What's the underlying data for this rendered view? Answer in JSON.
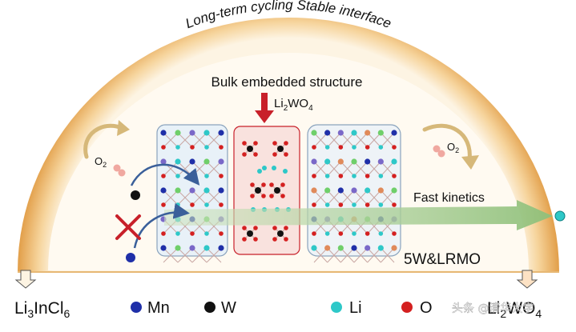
{
  "arc_label": "Long-term cycling Stable interface",
  "bulk_label": "Bulk embedded structure",
  "dopant": {
    "base": "Li",
    "sub1": "2",
    "mid": "WO",
    "sub2": "4"
  },
  "o2_label": {
    "base": "O",
    "sub": "2"
  },
  "fast_kinetics": "Fast kinetics",
  "material": "5W&LRMO",
  "left_phase": {
    "p1": "Li",
    "s1": "3",
    "p2": "InCl",
    "s2": "6"
  },
  "right_phase": {
    "p1": "Li",
    "s1": "2",
    "p2": "WO",
    "s2": "4"
  },
  "legend": [
    {
      "label": "Mn",
      "color": "#1f2fa8"
    },
    {
      "label": "W",
      "color": "#111111"
    },
    {
      "label": "Li",
      "color": "#2ec8c8"
    },
    {
      "label": "O",
      "color": "#d42020"
    }
  ],
  "watermark": "头条 @清华大学",
  "colors": {
    "arc_dark": "#e2a24c",
    "arc_light": "#fbe7c4",
    "inner_bg": "#fffaf1",
    "arrow": "#9ac48a",
    "blocked": "#c8202a"
  }
}
